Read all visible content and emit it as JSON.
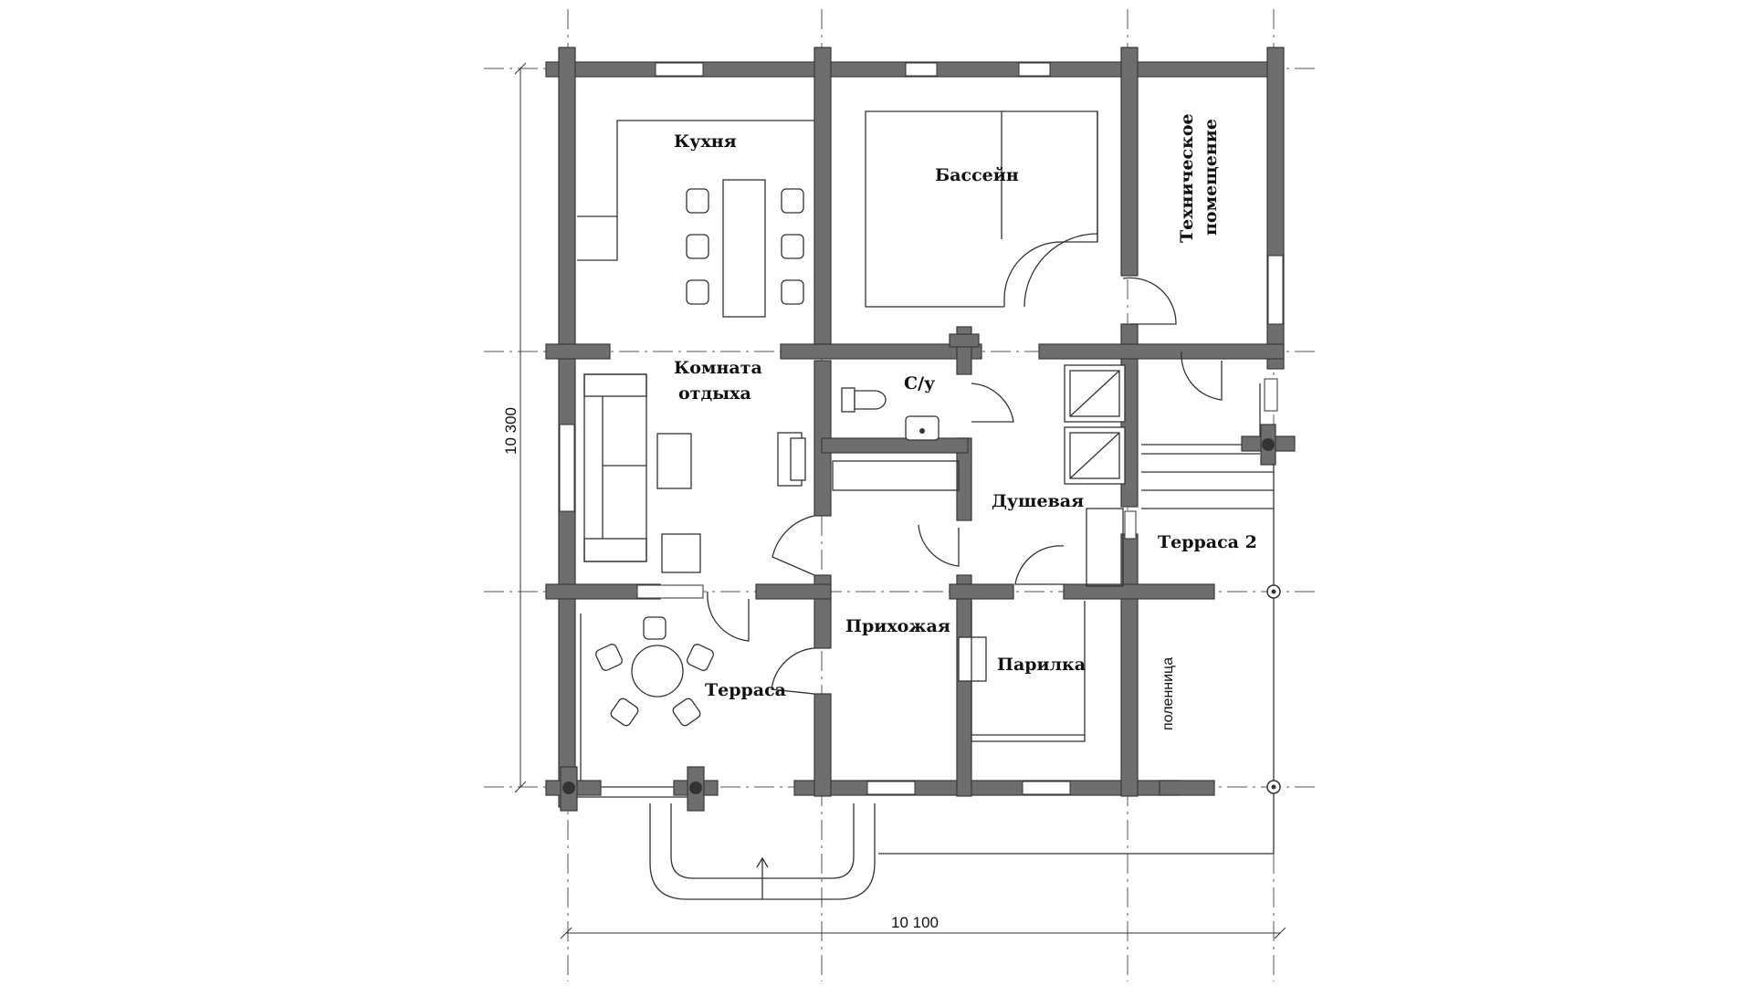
{
  "rooms": {
    "kitchen": "Кухня",
    "pool": "Бассейн",
    "tech_line1": "Техническое",
    "tech_line2": "помещение",
    "lounge_line1": "Комната",
    "lounge_line2": "отдыха",
    "wc": "С/у",
    "shower": "Душевая",
    "terrace2": "Терраса 2",
    "hall": "Прихожая",
    "sauna": "Парилка",
    "terrace": "Терраса",
    "woodpile": "поленница"
  },
  "dimensions": {
    "width": "10 100",
    "height": "10 300"
  },
  "colors": {
    "wall": "#6e6e6e",
    "line": "#333333"
  }
}
